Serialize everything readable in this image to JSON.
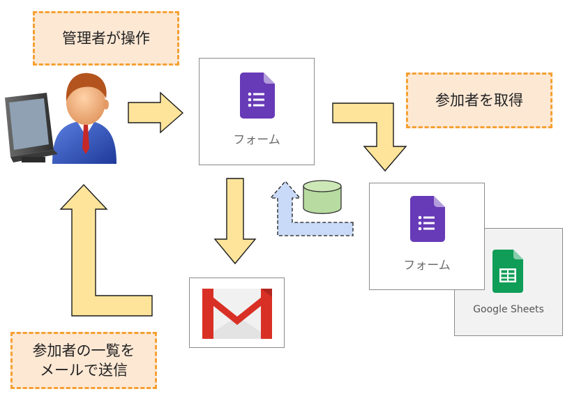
{
  "labels": {
    "admin_operates": "管理者が操作",
    "get_participants": "参加者を取得",
    "send_list_line1": "参加者の一覧を",
    "send_list_line2": "メールで送信"
  },
  "cards": {
    "form_top": "フォーム",
    "form_right": "フォーム",
    "sheets": "Google Sheets"
  },
  "colors": {
    "arrow_fill": "#fde49a",
    "arrow_stroke": "#1a1a1a",
    "dashed_arrow_fill": "#c9daf8",
    "database_fill": "#b7dba0",
    "label_fill": "#fde8d4",
    "label_border": "#f5a033",
    "forms_purple": "#673ab7",
    "sheets_green": "#0f9d58",
    "gmail_red": "#d93025"
  }
}
